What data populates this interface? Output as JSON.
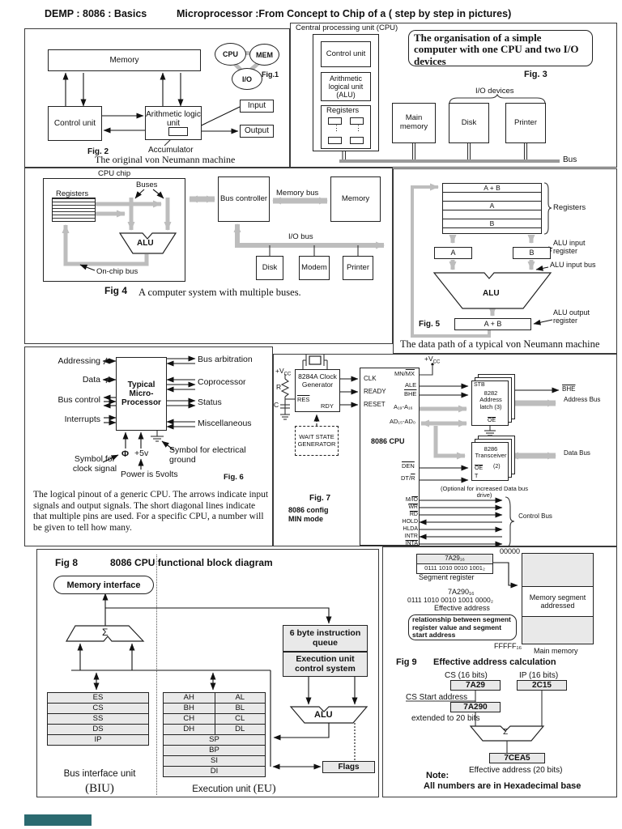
{
  "header": {
    "left": "DEMP : 8086 : Basics",
    "title": "Microprocessor :From Concept to Chip of a ( step by step in pictures)"
  },
  "fig1": {
    "cpu": "CPU",
    "mem": "MEM",
    "io": "I/O",
    "label": "Fig.1"
  },
  "fig2": {
    "memory": "Memory",
    "control_unit": "Control unit",
    "alu": "Arithmetic logic unit",
    "accumulator": "Accumulator",
    "input": "Input",
    "output": "Output",
    "label": "Fig. 2",
    "caption": "The original von Neumann machine"
  },
  "fig3": {
    "cpu_title": "Central processing unit (CPU)",
    "control_unit": "Control unit",
    "alu": "Arithmetic logical unit (ALU)",
    "registers": "Registers",
    "callout": "The organisation of a simple computer with one CPU and two I/O devices",
    "label": "Fig. 3",
    "io_devices": "I/O devices",
    "main_memory": "Main memory",
    "disk": "Disk",
    "printer": "Printer",
    "bus": "Bus",
    "dots": "⋮"
  },
  "fig4": {
    "cpu_chip": "CPU chip",
    "registers": "Registers",
    "buses": "Buses",
    "alu": "ALU",
    "on_chip_bus": "On-chip bus",
    "bus_controller": "Bus controller",
    "memory_bus": "Memory bus",
    "memory": "Memory",
    "io_bus": "I/O bus",
    "disk": "Disk",
    "modem": "Modem",
    "printer": "Printer",
    "label": "Fig 4",
    "caption": "A computer system with multiple buses."
  },
  "fig5": {
    "rows": [
      "A + B",
      "",
      "A",
      "",
      "B",
      ""
    ],
    "registers": "Registers",
    "in_a": "A",
    "in_b": "B",
    "alu_input_register": "ALU input register",
    "alu_input_bus": "ALU input bus",
    "alu": "ALU",
    "out_value": "A + B",
    "alu_output_register": "ALU output register",
    "label": "Fig. 5",
    "caption": "The data path of a typical von Neumann machine"
  },
  "fig6": {
    "addressing": "Addressing",
    "data": "Data",
    "bus_control": "Bus control",
    "interrupts": "Interrupts",
    "chip": "Typical Micro- Processor",
    "bus_arbitration": "Bus arbitration",
    "coprocessor": "Coprocessor",
    "status": "Status",
    "miscellaneous": "Miscellaneous",
    "phi": "Φ",
    "v5": "+5v",
    "clock_note": "Symbol for clock signal",
    "power_note": "Power is 5volts",
    "ground_note": "Symbol for electrical ground",
    "label": "Fig. 6",
    "caption": "The logical pinout of a generic CPU. The arrows indicate input signals and output signals. The short diagonal lines indicate that multiple pins are used. For a specific CPU, a number will be given to tell how many."
  },
  "fig7": {
    "vcc_prefix": "+V",
    "vcc_sub": "CC",
    "r": "R",
    "c": "C",
    "clock_gen": "8284A Clock Generator",
    "res": "RES",
    "rdy": "RDY",
    "wait_state": "WAIT STATE GENERATOR",
    "clk": "CLK",
    "ready": "READY",
    "reset": "RESET",
    "mn": "MN/",
    "mx": "MX",
    "ale": "ALE",
    "bhe": "BHE",
    "a_hi": "A₁₉-A₁₆",
    "ad": "AD₁₅-AD₀",
    "cpu": "8086 CPU",
    "den": "DEN",
    "dt": "DT/",
    "r_ov": "R",
    "stb": "STB",
    "latch": "8282 Address latch (3)",
    "oe": "OE",
    "bhe_out": "BHE",
    "address_bus": "Address Bus",
    "xcvr_name": "8286 Transceiver",
    "xcvr_count": "(2)",
    "t": "T",
    "data_bus": "Data Bus",
    "optional": "(Optional for increased Data bus drive)",
    "m": "M/",
    "io_ov": "IO",
    "wr": "WR",
    "rd": "RD",
    "hold": "HOLD",
    "hlda": "HLDA",
    "intr": "INTR",
    "inta": "INTA",
    "control_bus": "Control Bus",
    "label": "Fig. 7",
    "config1": "8086 config",
    "config2": "MIN mode"
  },
  "fig8": {
    "label": "Fig 8",
    "title": "8086 CPU functional block diagram",
    "memory_interface": "Memory interface",
    "sigma": "Σ",
    "biu": [
      "ES",
      "CS",
      "SS",
      "DS",
      "IP"
    ],
    "eu_left": [
      "AH",
      "BH",
      "CH",
      "DH"
    ],
    "eu_right": [
      "AL",
      "BL",
      "CL",
      "DL"
    ],
    "eu_wide": [
      "SP",
      "BP",
      "SI",
      "DI"
    ],
    "queue": "6 byte instruction queue",
    "eu_control": "Execution unit control system",
    "alu": "ALU",
    "flags": "Flags",
    "biu_name": "Bus interface unit",
    "biu_abbr": "(BIU)",
    "eu_name": "Execution unit",
    "eu_abbr": "(EU)"
  },
  "fig9": {
    "seg_hex": "7A29₁₆",
    "seg_bin": "0111 1010 0010 1001₂",
    "segment_register": "Segment register",
    "mem_top": "00000",
    "eff_hex": "7A290₁₆",
    "eff_bin": "0111 1010 0010 1001 0000₂",
    "effective_address": "Effective address",
    "callout": "relationship between segment register value and segment start address",
    "mem_segment": "Memory segment addressed",
    "mem_bottom": "FFFFF₁₆",
    "main_memory": "Main memory",
    "label": "Fig 9",
    "title": "Effective address calculation",
    "cs_label": "CS (16 bits)",
    "cs_val": "7A29",
    "ip_label": "IP (16 bits)",
    "ip_val": "2C15",
    "cs_start": "CS Start address",
    "cs_ext": "7A290",
    "extended": "extended to 20 bits",
    "sigma": "Σ",
    "result": "7CEA5",
    "result_label": "Effective address (20 bits)",
    "note_head": "Note:",
    "note_body": "All numbers are in Hexadecimal base"
  }
}
